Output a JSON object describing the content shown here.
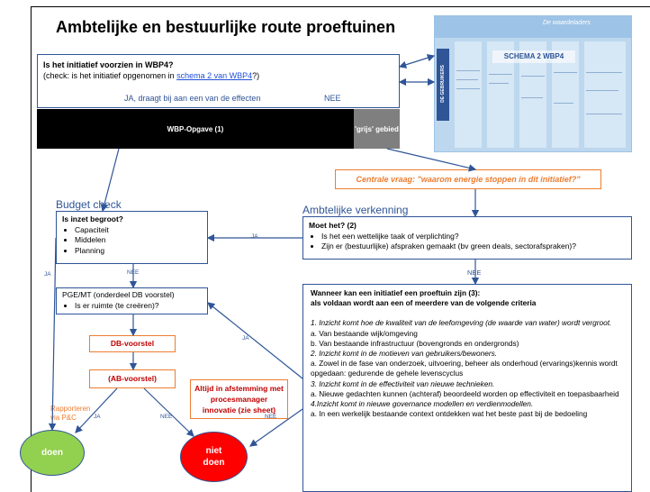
{
  "title": "Ambtelijke en bestuurlijke route proeftuinen",
  "q1": {
    "question": "Is het initiatief voorzien in WBP4?",
    "check_prefix": "(check: is het initiatief opgenomen in ",
    "check_link": "schema 2 van WBP4",
    "check_suffix": "?)",
    "ja_label": "JA, draagt bij aan een van de effecten",
    "nee_label": "NEE"
  },
  "bars": {
    "wbp": "WBP-Opgave (1)",
    "grey": "'grijs' gebied"
  },
  "schema": {
    "label": "SCHEMA 2 WBP4",
    "side": "DE GEBRUIKERS",
    "head_title": "De waardeladers"
  },
  "central_question": "Centrale vraag: \"waarom energie stoppen in dit initiatief?\"",
  "budget": {
    "title": "Budget check",
    "question": "Is inzet begroot?",
    "items": [
      "Capaciteit",
      "Middelen",
      "Planning"
    ]
  },
  "ambtelijk": {
    "title": "Ambtelijke verkenning",
    "question": "Moet het? (2)",
    "items": [
      "Is het een wettelijke taak of verplichting?",
      "Zijn er (bestuurlijke) afspraken gemaakt (bv green deals, sectorafspraken)?"
    ]
  },
  "pge": {
    "title": "PGE/MT (onderdeel DB voorstel)",
    "item": "Is er ruimte (te creëren)?"
  },
  "db_voorstel": "DB-voorstel",
  "ab_voorstel": "(AB-voorstel)",
  "afstemming": "Altijd in afstemming met procesmanager innovatie (zie sheet)",
  "rapporteren": "Rapporteren via P&C",
  "outcomes": {
    "doen": "doen",
    "niet_doen": "niet doen"
  },
  "labels": {
    "ja": "JA",
    "nee": "NEE"
  },
  "criteria": {
    "title1": "Wanneer kan een initiatief  een proeftuin zijn (3):",
    "title2": "als voldaan wordt aan een of meerdere van  de volgende criteria",
    "c1": "1. Inzicht komt hoe de kwaliteit van de leefomgeving (de waarde van water) wordt vergroot.",
    "c1a": "a. Van bestaande wijk/omgeving",
    "c1b": "b. Van bestaande infrastructuur (bovengronds en ondergronds)",
    "c2": "2. Inzicht komt in de  motieven van gebruikers/bewoners.",
    "c2a": "a. Zowel in  de fase van onderzoek, uitvoering, beheer als onderhoud (ervarings)kennis wordt opgedaan: gedurende de gehele levenscyclus",
    "c3": "3. Inzicht komt in de effectiviteit van nieuwe technieken.",
    "c3a": "a. Nieuwe gedachten kunnen (achteraf) beoordeeld worden op effectiviteit en toepasbaarheid",
    "c4": "4.Inzicht komt in nieuwe governance modellen en verdienmodellen.",
    "c4a": " a. In een werkelijk bestaande context ontdekken wat het beste past bij de bedoeling"
  },
  "colors": {
    "blue": "#2f5597",
    "orange": "#ed7d31",
    "green": "#92d050",
    "red": "#ff0000"
  }
}
